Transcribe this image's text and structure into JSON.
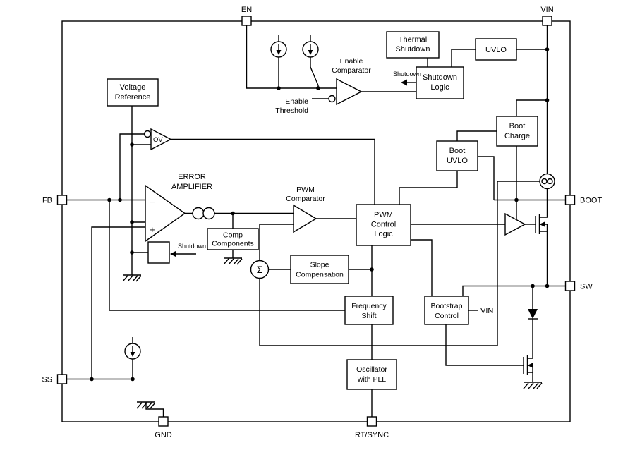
{
  "colors": {
    "line": "#000000",
    "background": "#ffffff",
    "text": "#000000"
  },
  "pins": {
    "en": "EN",
    "vin": "VIN",
    "fb": "FB",
    "ss": "SS",
    "gnd": "GND",
    "rt_sync": "RT/SYNC",
    "boot": "BOOT",
    "sw": "SW"
  },
  "blocks": {
    "thermal_shutdown": [
      "Thermal",
      "Shutdown"
    ],
    "uvlo": [
      "UVLO"
    ],
    "shutdown_logic": [
      "Shutdown",
      "Logic"
    ],
    "voltage_reference": [
      "Voltage",
      "Reference"
    ],
    "boot_charge": [
      "Boot",
      "Charge"
    ],
    "boot_uvlo": [
      "Boot",
      "UVLO"
    ],
    "pwm_control_logic": [
      "PWM",
      "Control",
      "Logic"
    ],
    "comp_components": [
      "Comp",
      "Components"
    ],
    "slope_compensation": [
      "Slope",
      "Compensation"
    ],
    "frequency_shift": [
      "Frequency",
      "Shift"
    ],
    "bootstrap_control": [
      "Bootstrap",
      "Control"
    ],
    "oscillator_pll": [
      "Oscillator",
      "with PLL"
    ]
  },
  "labels": {
    "enable_comparator": [
      "Enable",
      "Comparator"
    ],
    "enable_threshold": [
      "Enable",
      "Threshold"
    ],
    "shutdown_signal": "Shutdown",
    "shutdown_gate": "Shutdown",
    "error_amplifier": [
      "ERROR",
      "AMPLIFIER"
    ],
    "pwm_comparator": [
      "PWM",
      "Comparator"
    ],
    "ov_comparator": "OV",
    "sigma": "Σ",
    "bootstrap_vin": "VIN",
    "ea_minus": "−",
    "ea_plus": "+"
  }
}
